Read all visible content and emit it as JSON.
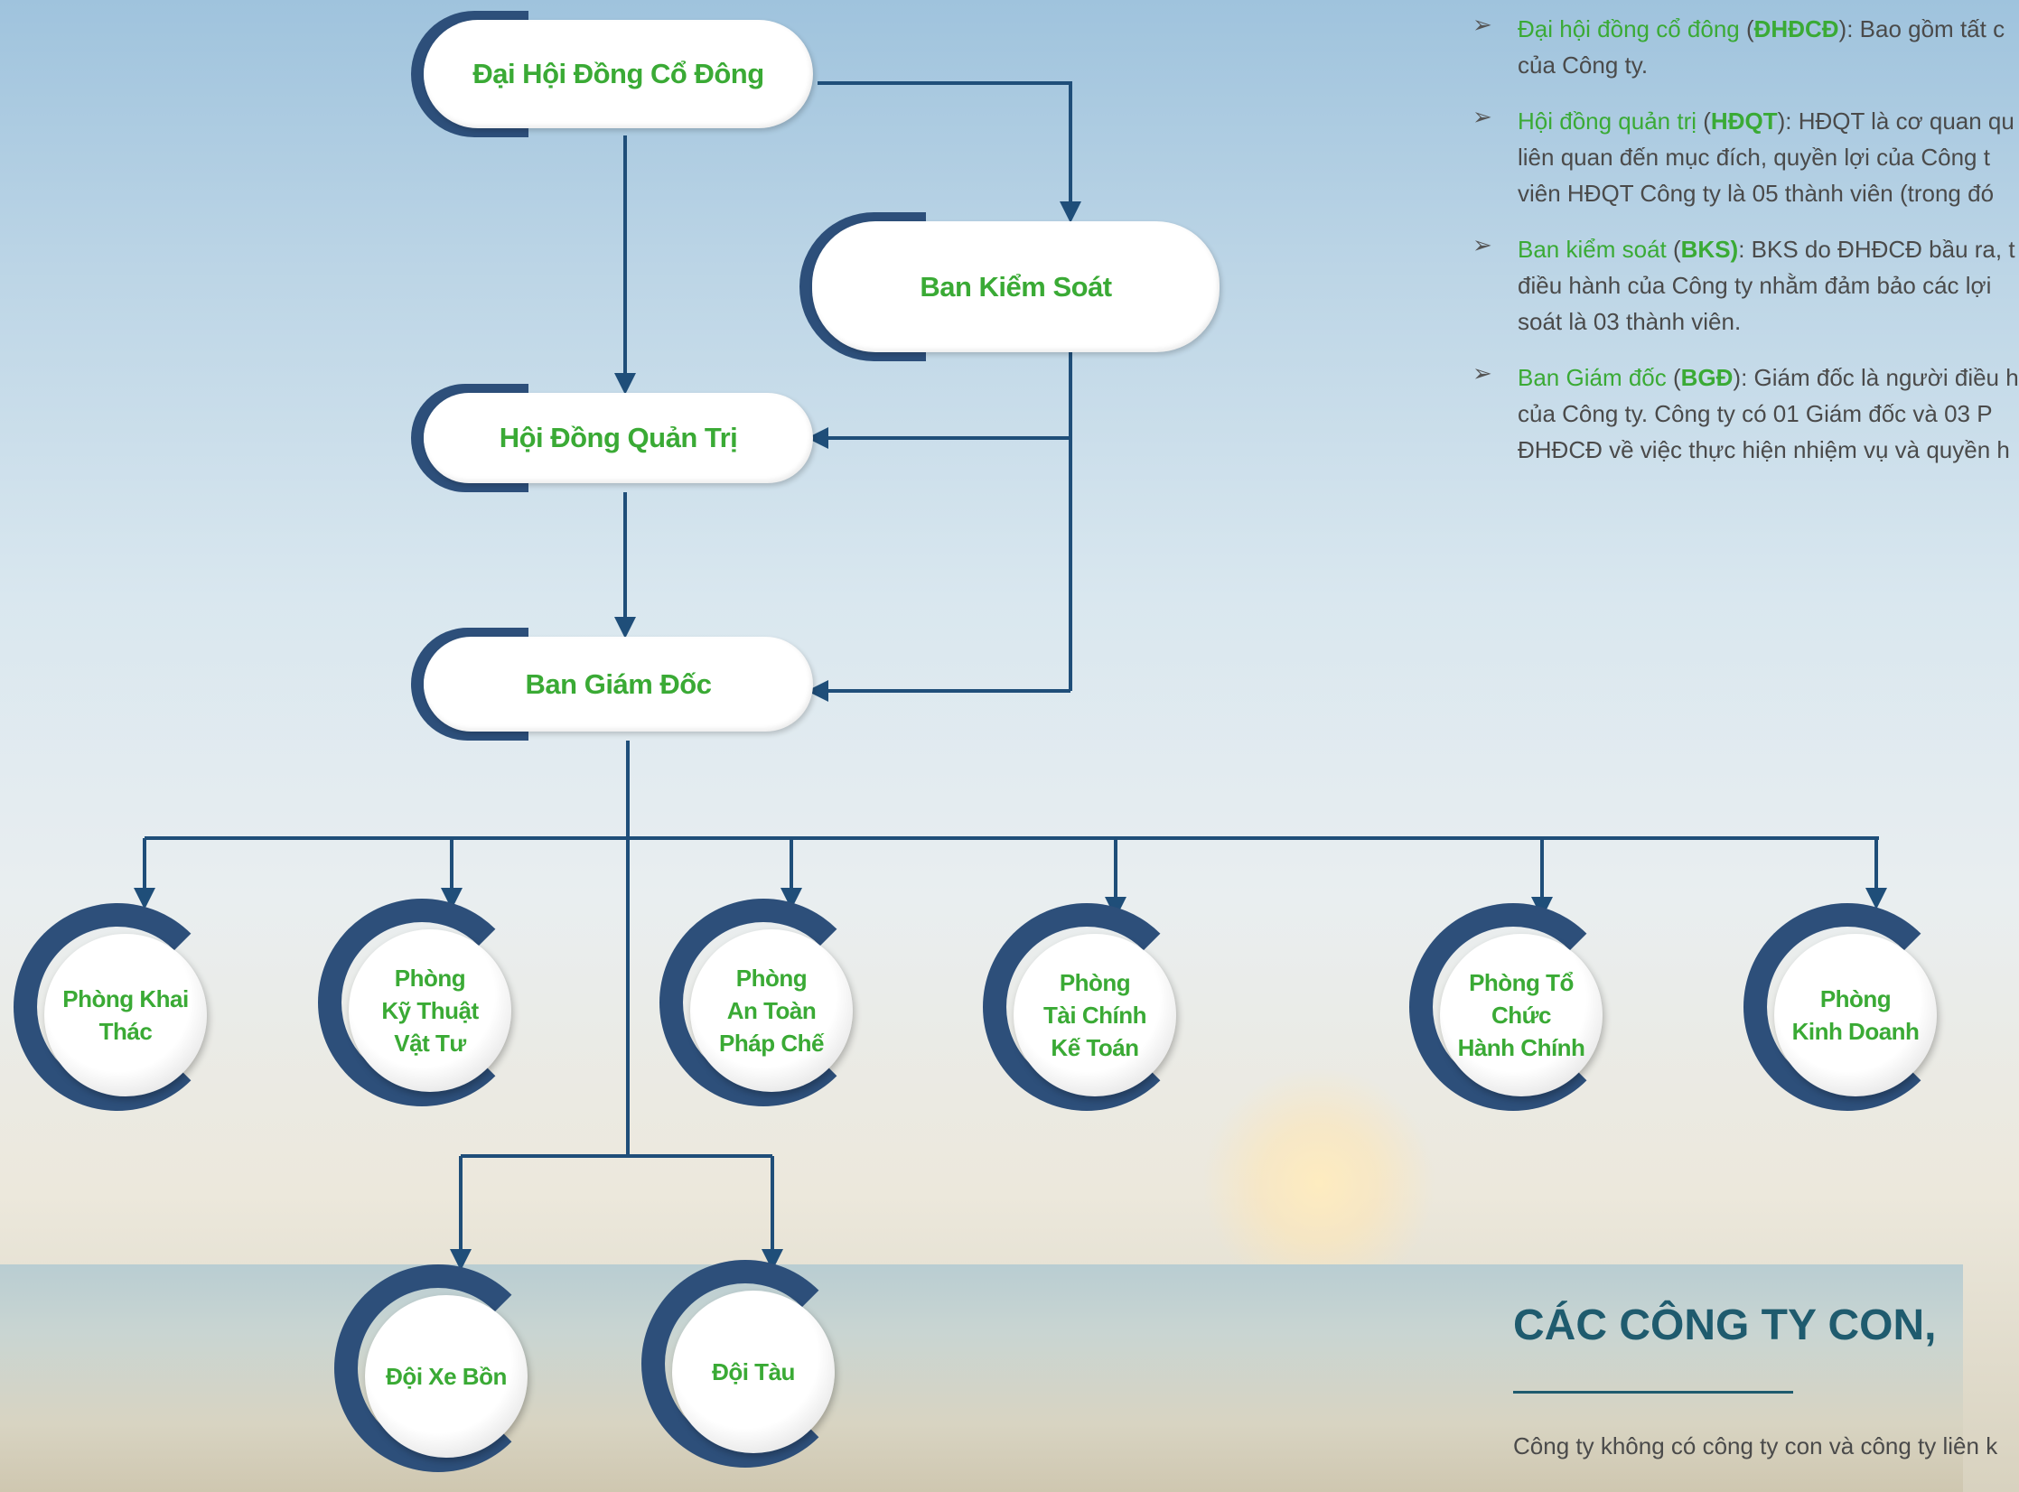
{
  "chart": {
    "top_node": "Đại Hội Đồng Cổ Đông",
    "supervisory_board": "Ban Kiểm Soát",
    "board_of_directors": "Hội Đồng Quản Trị",
    "management": "Ban Giám Đốc",
    "departments": [
      "Phòng Khai\nThác",
      "Phòng\nKỹ Thuật\nVật Tư",
      "Phòng\nAn Toàn\nPháp Chế",
      "Phòng\nTài Chính\nKế Toán",
      "Phòng Tổ Chức\nHành Chính",
      "Phòng\nKinh Doanh"
    ],
    "units": [
      "Đội Xe Bồn",
      "Đội Tàu"
    ]
  },
  "info": {
    "items": [
      {
        "term": "Đại hội đồng cổ đông",
        "abbr": "ĐHĐCĐ",
        "rest": ": Bao gồm tất c",
        "lines": [
          "của Công ty."
        ]
      },
      {
        "term": "Hội đồng quản trị",
        "abbr": "HĐQT",
        "rest": ": HĐQT là cơ quan qu",
        "lines": [
          "liên quan đến mục đích, quyền lợi của Công t",
          "viên HĐQT Công ty là 05 thành viên (trong đó"
        ]
      },
      {
        "term": "Ban kiểm soát",
        "abbr": "BKS)",
        "rest": ": BKS do ĐHĐCĐ bầu ra, t",
        "lines": [
          "điều hành của Công ty nhằm đảm bảo các lợi",
          "soát là 03 thành viên."
        ]
      },
      {
        "term": "Ban Giám đốc",
        "abbr": "BGĐ",
        "rest": ": Giám đốc là người điều h",
        "lines": [
          "của Công ty. Công ty có 01 Giám đốc và 03 P",
          "ĐHĐCĐ về việc thực hiện nhiệm vụ và quyền h"
        ]
      }
    ]
  },
  "subsidiaries": {
    "title": "CÁC CÔNG TY CON,",
    "text": "Công ty không có công ty con và công ty liên k"
  },
  "colors": {
    "navy": "#2d4f7a",
    "green": "#3aaa35",
    "heading": "#1f5b6e",
    "line": "#1f4e79"
  }
}
